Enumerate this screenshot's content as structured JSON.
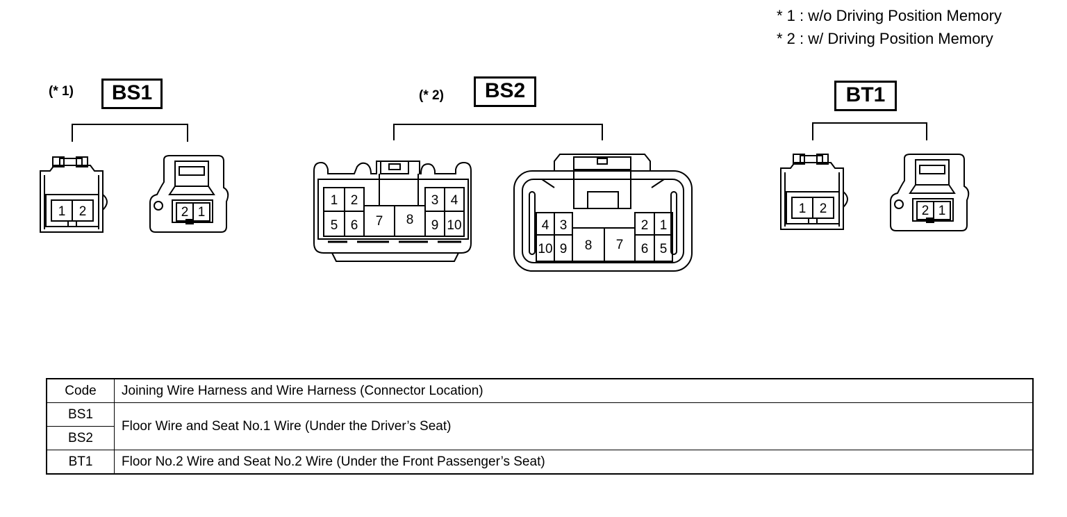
{
  "notes": [
    "* 1 : w/o Driving Position Memory",
    "* 2 : w/ Driving Position Memory"
  ],
  "connectors": [
    {
      "code": "BS1",
      "tag": "(* 1)"
    },
    {
      "code": "BS2",
      "tag": "(* 2)"
    },
    {
      "code": "BT1",
      "tag": ""
    }
  ],
  "pins": {
    "small_female": [
      "1",
      "2"
    ],
    "small_male": [
      "2",
      "1"
    ],
    "bs2_female": [
      "1",
      "2",
      "3",
      "4",
      "5",
      "6",
      "7",
      "8",
      "9",
      "10"
    ],
    "bs2_male": [
      "4",
      "3",
      "2",
      "1",
      "10",
      "9",
      "8",
      "7",
      "6",
      "5"
    ]
  },
  "table": {
    "header": {
      "code": "Code",
      "desc": "Joining Wire Harness and Wire Harness (Connector Location)"
    },
    "rows": [
      {
        "code": "BS1",
        "desc": "Floor Wire and Seat No.1 Wire (Under the Driver’s Seat)"
      },
      {
        "code": "BS2",
        "desc": ""
      },
      {
        "code": "BT1",
        "desc": "Floor No.2 Wire and Seat No.2 Wire (Under the Front Passenger’s Seat)"
      }
    ]
  }
}
